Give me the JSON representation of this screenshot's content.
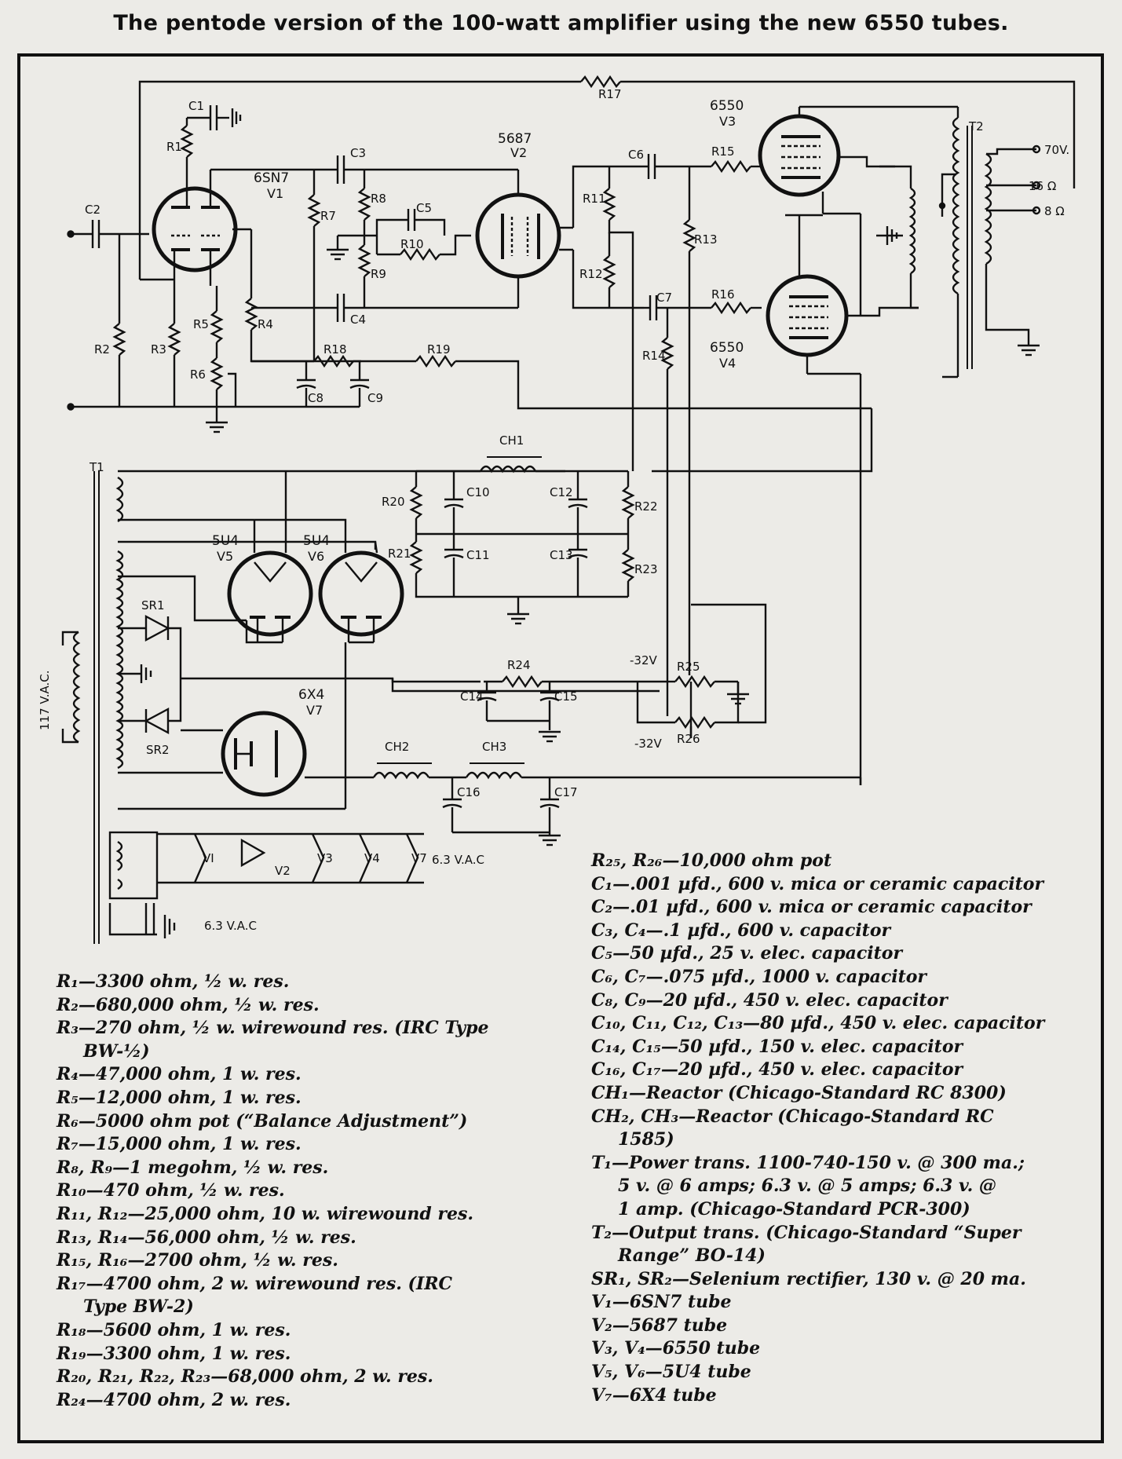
{
  "title": "The pentode version of the 100-watt amplifier using the new 6550 tubes.",
  "schematic": {
    "labels": {
      "C1": "C1",
      "C2": "C2",
      "C3": "C3",
      "C4": "C4",
      "C5": "C5",
      "C6": "C6",
      "C7": "C7",
      "C8": "C8",
      "C9": "C9",
      "C10": "C10",
      "C11": "C11",
      "C12": "C12",
      "C13": "C13",
      "C14": "C14",
      "C15": "C15",
      "C16": "C16",
      "C17": "C17",
      "R1": "R1",
      "R2": "R2",
      "R3": "R3",
      "R4": "R4",
      "R5": "R5",
      "R6": "R6",
      "R7": "R7",
      "R8": "R8",
      "R9": "R9",
      "R10": "R10",
      "R11": "R11",
      "R12": "R12",
      "R13": "R13",
      "R14": "R14",
      "R15": "R15",
      "R16": "R16",
      "R17": "R17",
      "R18": "R18",
      "R19": "R19",
      "R20": "R20",
      "R21": "R21",
      "R22": "R22",
      "R23": "R23",
      "R24": "R24",
      "R25": "R25",
      "R26": "R26",
      "V1_type": "6SN7",
      "V1": "V1",
      "V2_type": "5687",
      "V2": "V2",
      "V3_type": "6550",
      "V3": "V3",
      "V4_type": "6550",
      "V4": "V4",
      "V5_type": "5U4",
      "V5": "V5",
      "V6_type": "5U4",
      "V6": "V6",
      "V7_type": "6X4",
      "V7": "V7",
      "T1": "T1",
      "T2": "T2",
      "CH1": "CH1",
      "CH2": "CH2",
      "CH3": "CH3",
      "SR1": "SR1",
      "SR2": "SR2",
      "tap_70v": "70V.",
      "tap_16": "16 Ω",
      "tap_8": "8 Ω",
      "mains": "117 V.A.C.",
      "heater_a": "6.3 V.A.C",
      "heater_b": "6.3 V.A.C",
      "bias_a": "-32V",
      "bias_b": "-32V",
      "h_V1": "VI",
      "h_V2": "V2",
      "h_V3": "V3",
      "h_V4": "V4",
      "h_V7": "V7"
    }
  },
  "parts_left": [
    {
      "ref": "R₁",
      "text": "—3300 ohm, ½ w. res."
    },
    {
      "ref": "R₂",
      "text": "—680,000 ohm, ½ w. res."
    },
    {
      "ref": "R₃",
      "text": "—270 ohm, ½ w. wirewound res. (IRC Type",
      "cont": "BW-½)"
    },
    {
      "ref": "R₄",
      "text": "—47,000 ohm, 1 w. res."
    },
    {
      "ref": "R₅",
      "text": "—12,000 ohm, 1 w. res."
    },
    {
      "ref": "R₆",
      "text": "—5000 ohm pot (“Balance Adjustment”)"
    },
    {
      "ref": "R₇",
      "text": "—15,000 ohm, 1 w. res."
    },
    {
      "ref": "R₈, R₉",
      "text": "—1 megohm, ½ w. res."
    },
    {
      "ref": "R₁₀",
      "text": "—470 ohm, ½ w. res."
    },
    {
      "ref": "R₁₁, R₁₂",
      "text": "—25,000 ohm, 10 w. wirewound res."
    },
    {
      "ref": "R₁₃, R₁₄",
      "text": "—56,000 ohm, ½ w. res."
    },
    {
      "ref": "R₁₅, R₁₆",
      "text": "—2700 ohm, ½ w. res."
    },
    {
      "ref": "R₁₇",
      "text": "—4700 ohm, 2 w. wirewound res. (IRC",
      "cont": "Type BW-2)"
    },
    {
      "ref": "R₁₈",
      "text": "—5600 ohm, 1 w. res."
    },
    {
      "ref": "R₁₉",
      "text": "—3300 ohm, 1 w. res."
    },
    {
      "ref": "R₂₀, R₂₁, R₂₂, R₂₃",
      "text": "—68,000 ohm, 2 w. res."
    },
    {
      "ref": "R₂₄",
      "text": "—4700 ohm, 2 w. res."
    }
  ],
  "parts_right": [
    {
      "ref": "R₂₅, R₂₆",
      "text": "—10,000 ohm pot"
    },
    {
      "ref": "C₁",
      "text": "—.001 µfd., 600 v. mica or ceramic capacitor"
    },
    {
      "ref": "C₂",
      "text": "—.01 µfd., 600 v. mica or ceramic capacitor"
    },
    {
      "ref": "C₃, C₄",
      "text": "—.1 µfd., 600 v. capacitor"
    },
    {
      "ref": "C₅",
      "text": "—50 µfd., 25 v. elec. capacitor"
    },
    {
      "ref": "C₆, C₇",
      "text": "—.075 µfd., 1000 v. capacitor"
    },
    {
      "ref": "C₈, C₉",
      "text": "—20 µfd., 450 v. elec. capacitor"
    },
    {
      "ref": "C₁₀, C₁₁, C₁₂, C₁₃",
      "text": "—80 µfd., 450 v. elec. capacitor"
    },
    {
      "ref": "C₁₄, C₁₅",
      "text": "—50 µfd., 150 v. elec. capacitor"
    },
    {
      "ref": "C₁₆, C₁₇",
      "text": "—20 µfd., 450 v. elec. capacitor"
    },
    {
      "ref": "CH₁",
      "text": "—Reactor (Chicago-Standard RC 8300)"
    },
    {
      "ref": "CH₂, CH₃",
      "text": "—Reactor (Chicago-Standard RC",
      "cont": "1585)"
    },
    {
      "ref": "T₁",
      "text": "—Power trans. 1100-740-150 v. @ 300 ma.;",
      "cont": "5 v. @ 6 amps; 6.3 v. @ 5 amps; 6.3 v. @",
      "cont2": "1 amp. (Chicago-Standard PCR-300)"
    },
    {
      "ref": "T₂",
      "text": "—Output trans. (Chicago-Standard “Super",
      "cont": "Range” BO-14)"
    },
    {
      "ref": "SR₁, SR₂",
      "text": "—Selenium rectifier, 130 v. @ 20 ma."
    },
    {
      "ref": "V₁",
      "text": "—6SN7 tube"
    },
    {
      "ref": "V₂",
      "text": "—5687 tube"
    },
    {
      "ref": "V₃, V₄",
      "text": "—6550 tube"
    },
    {
      "ref": "V₅, V₆",
      "text": "—5U4 tube"
    },
    {
      "ref": "V₇",
      "text": "—6X4 tube"
    }
  ]
}
